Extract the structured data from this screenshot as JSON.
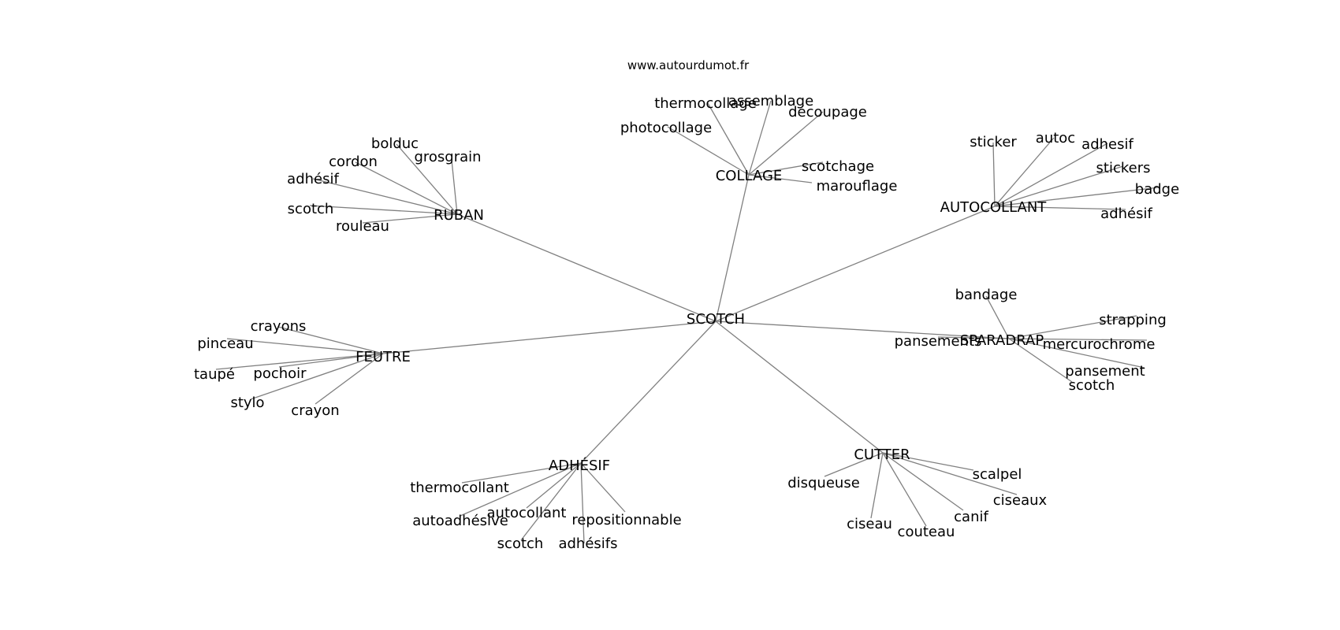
{
  "site": "www.autourdumot.fr",
  "colors": {
    "edge": "#808080",
    "text": "#000000",
    "background": "#ffffff"
  },
  "graph": {
    "center": "SCOTCH",
    "clusters": [
      {
        "label": "RUBAN",
        "leaves": [
          "bolduc",
          "cordon",
          "grosgrain",
          "adhésif",
          "scotch",
          "rouleau"
        ]
      },
      {
        "label": "COLLAGE",
        "leaves": [
          "thermocollage",
          "assemblage",
          "découpage",
          "photocollage",
          "scotchage",
          "marouflage"
        ]
      },
      {
        "label": "AUTOCOLLANT",
        "leaves": [
          "sticker",
          "autoc",
          "adhesif",
          "stickers",
          "badge",
          "adhésif"
        ]
      },
      {
        "label": "FEUTRE",
        "leaves": [
          "crayons",
          "pinceau",
          "taupé",
          "pochoir",
          "stylo",
          "crayon"
        ]
      },
      {
        "label": "SPARADRAP",
        "leaves": [
          "bandage",
          "strapping",
          "pansements",
          "mercurochrome",
          "pansement",
          "scotch"
        ]
      },
      {
        "label": "ADHÉSIF",
        "leaves": [
          "thermocollant",
          "autocollant",
          "autoadhésive",
          "scotch",
          "adhésifs",
          "repositionnable"
        ]
      },
      {
        "label": "CUTTER",
        "leaves": [
          "disqueuse",
          "scalpel",
          "ciseaux",
          "canif",
          "ciseau",
          "couteau"
        ]
      }
    ]
  }
}
